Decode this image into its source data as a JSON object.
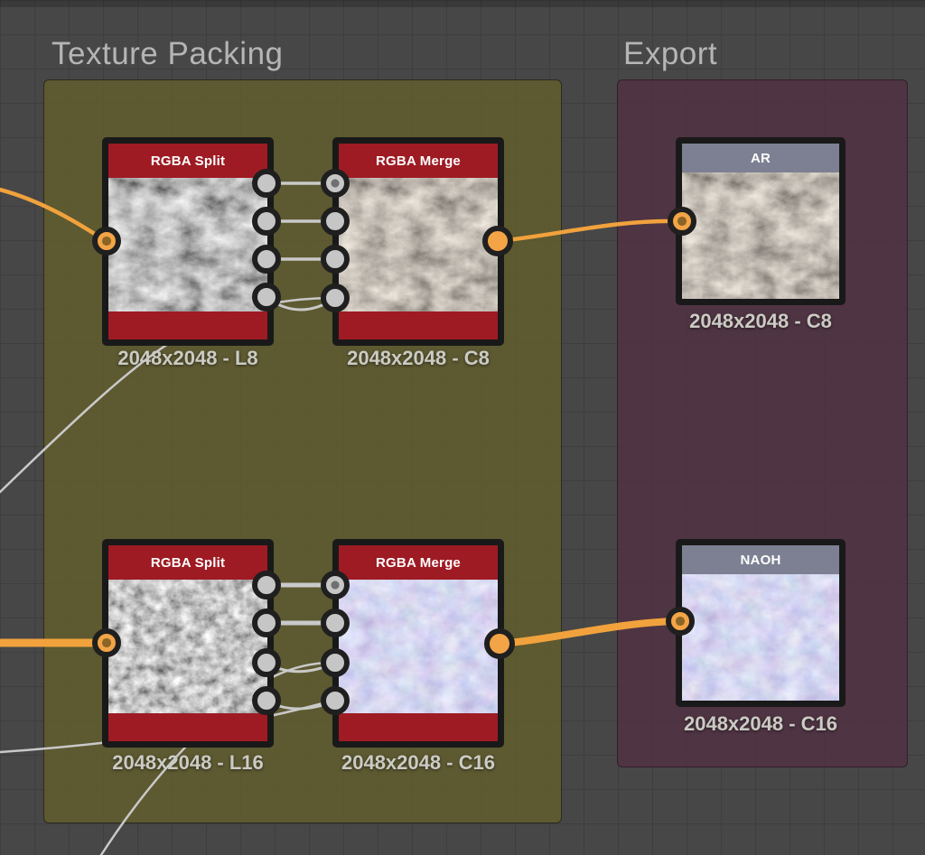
{
  "groups": {
    "texture_packing": {
      "title": "Texture Packing"
    },
    "export": {
      "title": "Export"
    }
  },
  "nodes": {
    "split1": {
      "header": "RGBA Split",
      "label": "2048x2048 - L8"
    },
    "merge1": {
      "header": "RGBA Merge",
      "label": "2048x2048 - C8"
    },
    "ar": {
      "header": "AR",
      "label": "2048x2048 - C8"
    },
    "split2": {
      "header": "RGBA Split",
      "label": "2048x2048 - L16"
    },
    "merge2": {
      "header": "RGBA Merge",
      "label": "2048x2048 - C16"
    },
    "naoh": {
      "header": "NAOH",
      "label": "2048x2048 - C16"
    }
  },
  "colors": {
    "accent_orange": "#f1a23c",
    "node_header_red": "#9e1b23",
    "export_header_gray": "#7c8092",
    "group_olive": "#615d2c",
    "group_maroon": "#503042",
    "wire_white": "#c9c9c9",
    "canvas_bg": "#474747"
  }
}
